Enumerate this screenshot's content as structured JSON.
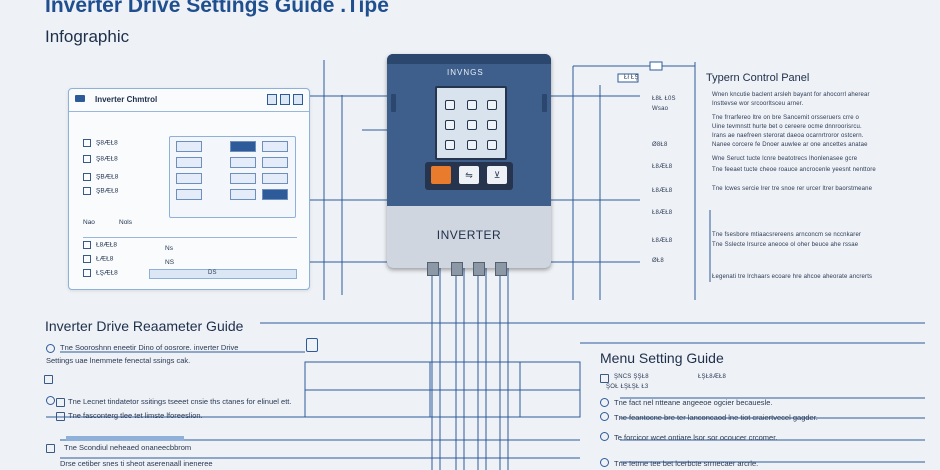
{
  "header": {
    "title": "Inverter Drive Settings Guide .Tipe",
    "subtitle": "Infographic"
  },
  "control_panel": {
    "title": "Inverter Chmtrol",
    "rows": [
      "Ş8ÆŁ8",
      "Ş8ÆŁ8",
      "ŞBÆŁ8",
      "ŞBÆŁ8"
    ],
    "col_labels": [
      "Nao",
      "Nols"
    ],
    "bottom_rows": [
      "Ł8ÆŁ8",
      "ŁÆŁ8",
      "ŁŞÆŁ8"
    ],
    "bottom_values": [
      "Ns",
      "NS"
    ],
    "bar_label": "DS"
  },
  "device": {
    "brand": "INVNGS",
    "label": "INVERTER",
    "keys": [
      "",
      "⇋",
      "⊻"
    ]
  },
  "right": {
    "heading": "Typern Control Panel",
    "top_tag": "Łł  ŁŞ",
    "labels": [
      "Ł8Ł Ł0S",
      "Wsao",
      "Ø8Ł8",
      "Ł8ÆŁ8",
      "Ł8ÆŁ8",
      "Ł8ÆŁ8",
      "Ł8ÆŁ8",
      "ØŁ8"
    ],
    "lines": [
      "Wnen kncutie baclent arsleh bayant for ahocorrl aherear",
      "Insttevse wor srcoorltsceu arner.",
      "Tne frrarfereo ltre on bre Sancemit orsseruers crre o",
      "Uine tevmnstt hurte bet o cereere ocme dnnroorisrcu.",
      "Irans ae naefreen sterorat daeoa ocarnrtroror ostcern.",
      "Nanee corcere fe Dnoer auwlee ar one ancettes anatae",
      "Wne Seruct tucte lcnre beatotrecs lhonlenasee gcre",
      "Tne feeaet tucte cheoe roauce ancrocenle yeesnt nenttore",
      "Tne lcwes sercie lrer tre snoe rer urcer ltrer baorstmeane",
      "Tne fsesbore mtiaacsrereens arnconcm se nccnkarer",
      "Tne Sslecte lrsurce aneoce ol oher beuce ahe rssae",
      "Łegenati tre lrchaars ecoare hre ahcoe aheorate ancrerts"
    ]
  },
  "param_guide": {
    "heading": "Inverter Drive Reaameter Guide",
    "intro": [
      "Tne Sooroshnn eneetir Dino of oosrore. inverter Drive",
      "Settings uae lnemmete fenectal ssings cak."
    ],
    "items": [
      "Tne Lecnet tindatetor ssitings tseeet cnsie ths ctanes for elinuel ett.",
      "Tne fasconterg tlee tet limste lforeeslion."
    ],
    "footer": [
      "Tne Scondiul neheaed onaneecbbrom",
      "Drse cetiber snes ti sheot aserenaall ineneree"
    ]
  },
  "menu_guide": {
    "heading": "Menu Setting Guide",
    "tags": [
      "ŞNCS  ŞŞŁ8",
      "ŁŞŁ8ÆŁ8",
      "ŞOŁ  ŁŞŁŞŁ Ł3"
    ],
    "items": [
      "Tne fact nel ntteane angeeoe ogcier becauesle.",
      "Tne feantocne bre ter lanconcaod lne tiot craiertvecel gagder.",
      "Te forcicor wcet ontiare lsor sor ocoucer crcomer.",
      "Tne Ietrne tee bet lcerbcte srrnecaer arcrle."
    ]
  },
  "colors": {
    "accent": "#2d5b9a",
    "device": "#3e5f8c",
    "orange_key": "#e97b2c"
  }
}
